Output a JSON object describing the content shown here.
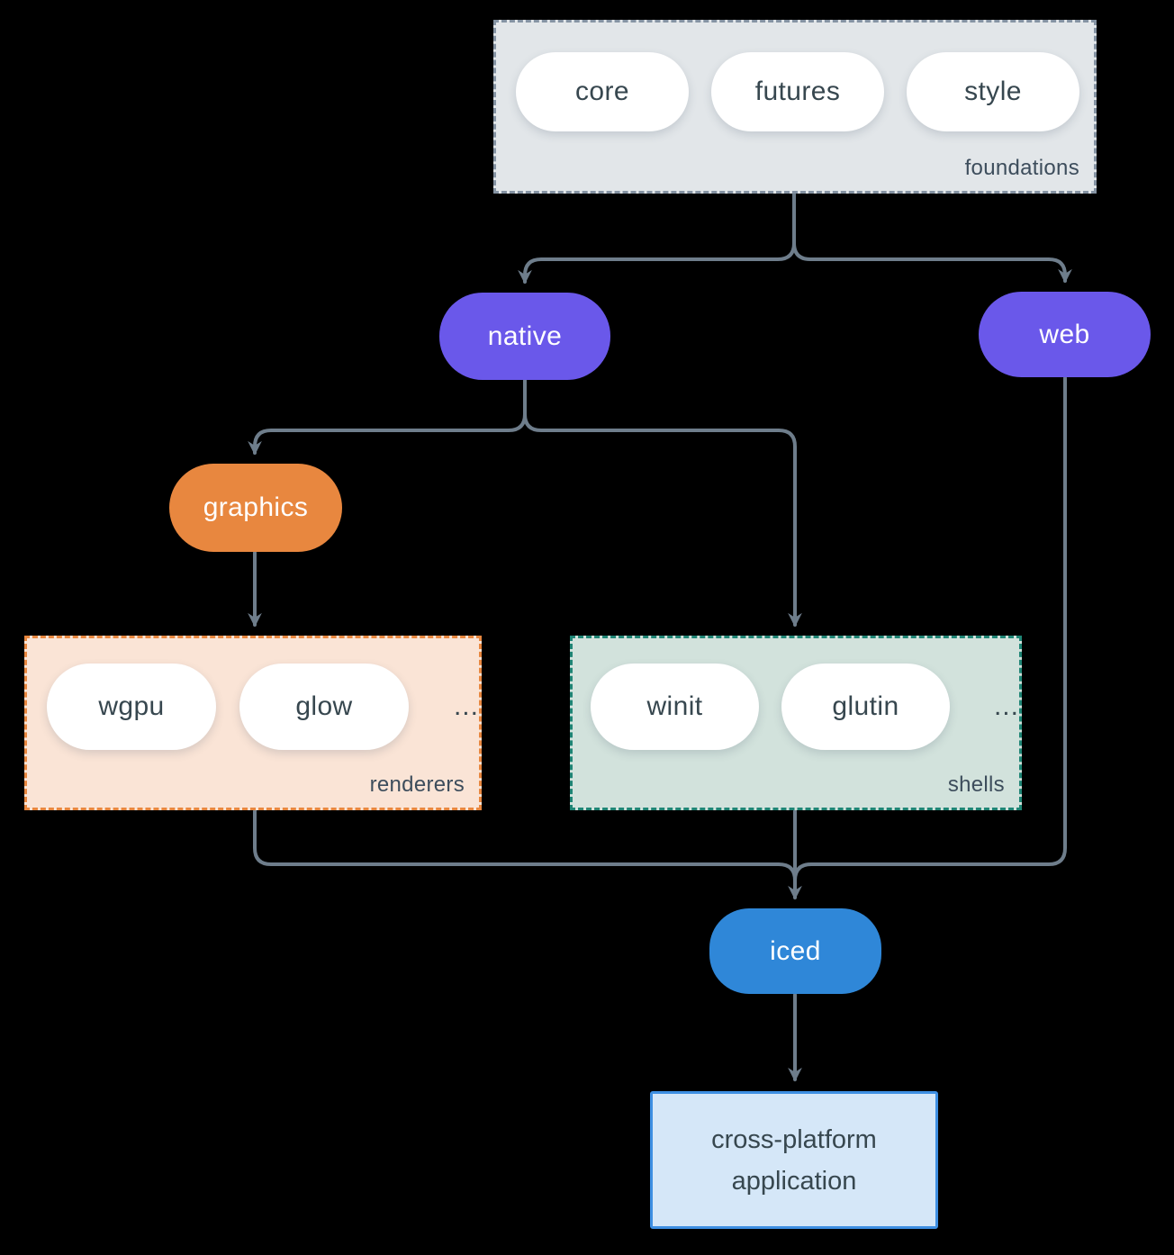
{
  "groups": {
    "foundations": {
      "label": "foundations",
      "pills": [
        "core",
        "futures",
        "style"
      ],
      "bg": "#e2e6e9",
      "border": "#8593a3"
    },
    "renderers": {
      "label": "renderers",
      "pills": [
        "wgpu",
        "glow"
      ],
      "ellipsis": "...",
      "bg": "#fae4d6",
      "border": "#e8873f"
    },
    "shells": {
      "label": "shells",
      "pills": [
        "winit",
        "glutin"
      ],
      "ellipsis": "...",
      "bg": "#d2e2dc",
      "border": "#1f8575"
    }
  },
  "nodes": {
    "native": {
      "label": "native",
      "color": "#6a58ea"
    },
    "web": {
      "label": "web",
      "color": "#6a58ea"
    },
    "graphics": {
      "label": "graphics",
      "color": "#e8873f"
    },
    "iced": {
      "label": "iced",
      "color": "#2f87d8"
    },
    "application": {
      "label": "cross-platform application",
      "bg": "#d5e7f8",
      "border": "#3e8fe2"
    }
  },
  "colors": {
    "background": "#000000",
    "connector": "#6e7d8b",
    "pill_bg": "#ffffff",
    "pill_text": "#37474f",
    "group_label_text": "#3d4d5c"
  }
}
